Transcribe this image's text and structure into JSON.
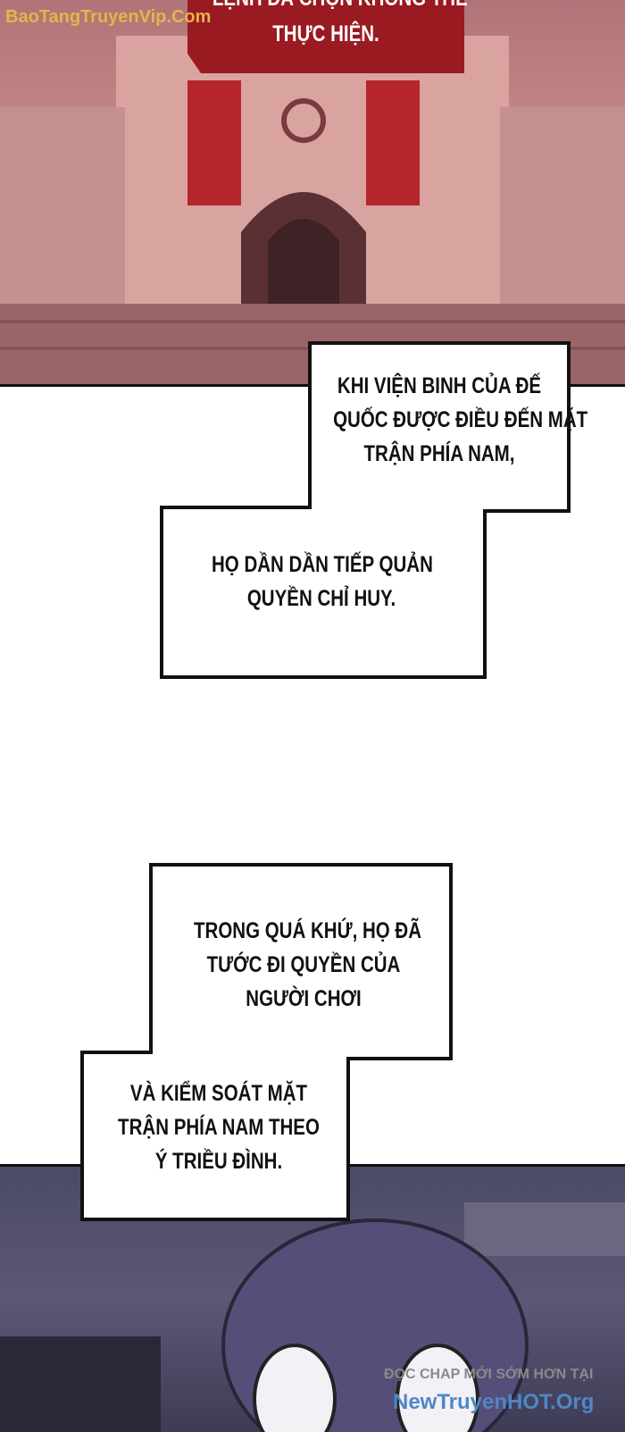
{
  "top_panel": {
    "caption_lines": [
      "LỆNH ĐÃ CHỌN KHÔNG THỂ",
      "THỰC HIỆN."
    ],
    "watermark": "BaoTangTruyenVip.Com",
    "colors": {
      "caption_box": "#9a1a22",
      "watermark": "#e7b34a"
    }
  },
  "narration_1": {
    "upper": [
      "KHI VIỆN BINH CỦA ĐẾ",
      "QUỐC ĐƯỢC ĐIỀU ĐẾN MẶT",
      "TRẬN PHÍA NAM,"
    ],
    "lower": [
      "HỌ DẦN DẦN TIẾP QUẢN",
      "QUYỀN CHỈ HUY."
    ]
  },
  "narration_2": {
    "upper": [
      "TRONG QUÁ KHỨ, HỌ ĐÃ",
      "TƯỚC ĐI QUYỀN CỦA",
      "NGƯỜI CHƠI"
    ],
    "lower": [
      "VÀ KIỂM SOÁT MẶT",
      "TRẬN PHÍA NAM THEO",
      "Ý TRIỀU ĐÌNH."
    ]
  },
  "bottom_panel": {
    "watermark_line1": "ĐỌC CHAP MỚI SỚM HƠN TẠI",
    "watermark_line2": "NewTruyenHOT.Org",
    "colors": {
      "watermark1": "#8a8a8a",
      "watermark2": "#4f87c4"
    }
  }
}
